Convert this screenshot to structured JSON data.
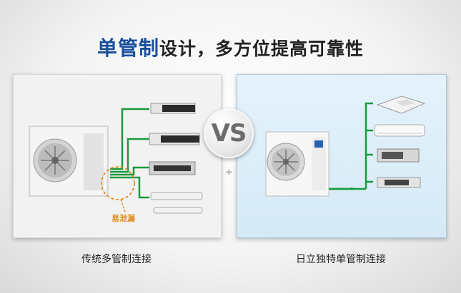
{
  "title": {
    "highlight": "单管制",
    "rest": "设计，多方位提高可靠性"
  },
  "vs_label": "VS",
  "left_caption": "传统多管制连接",
  "right_caption": "日立独特单管制连接",
  "leak_label": "易泄漏",
  "colors": {
    "pipe": "#1a9a3e",
    "accent_blue": "#1a4f9c",
    "leak_orange": "#e08a1e"
  }
}
